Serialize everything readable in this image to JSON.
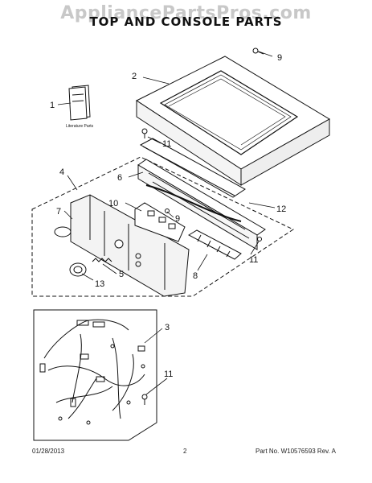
{
  "watermark": "AppliancePartsPros.com",
  "title": "TOP AND CONSOLE PARTS",
  "literature_label": "Literature Parts",
  "callouts": {
    "c1": "1",
    "c2": "2",
    "c3": "3",
    "c4": "4",
    "c5": "5",
    "c6": "6",
    "c7": "7",
    "c8": "8",
    "c9a": "9",
    "c9b": "9",
    "c10": "10",
    "c11a": "11",
    "c11b": "11",
    "c11c": "11",
    "c12": "12",
    "c13": "13"
  },
  "footer": {
    "date": "01/28/2013",
    "page": "2",
    "part": "Part No. W10576593  Rev. A"
  }
}
